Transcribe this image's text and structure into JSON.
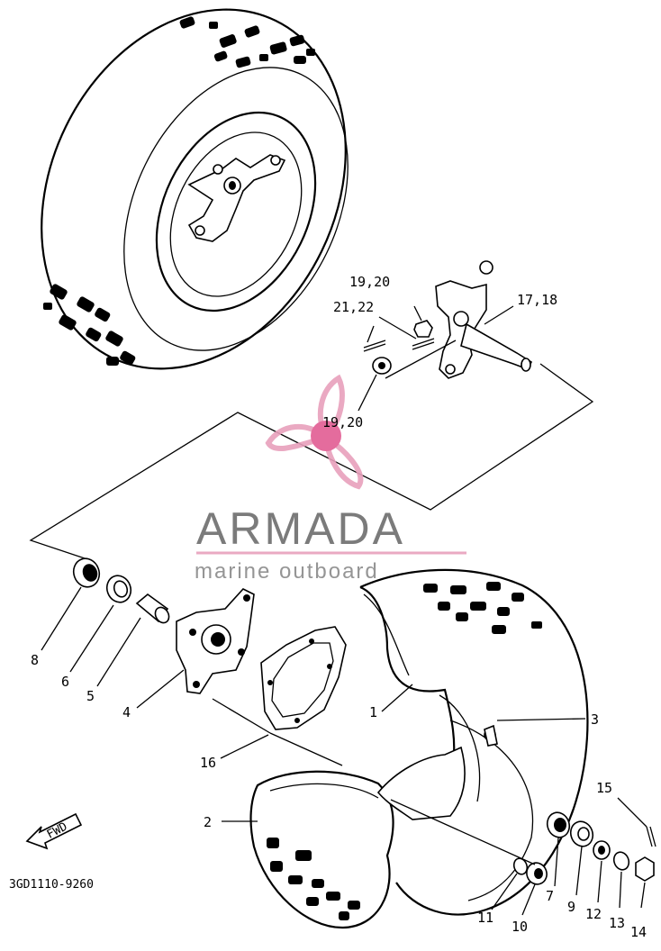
{
  "diagram": {
    "code": "3GD1110-9260",
    "fwd_label": "FWD",
    "labels": {
      "p1": "1",
      "p2": "2",
      "p3": "3",
      "p4": "4",
      "p5": "5",
      "p6": "6",
      "p7": "7",
      "p8": "8",
      "p9": "9",
      "p10": "10",
      "p11": "11",
      "p12": "12",
      "p13": "13",
      "p14": "14",
      "p15": "15",
      "p16": "16",
      "p17_18": "17,18",
      "p19_20_top": "19,20",
      "p19_20_bottom": "19,20",
      "p21_22": "21,22"
    }
  },
  "watermark": {
    "title": "ARMADA",
    "subtitle": "marine outboard",
    "colors": {
      "logo": "#e8a0bc",
      "logo_center": "#e25d93",
      "title": "#6d6d6d",
      "underline": "#e8a0bc"
    }
  }
}
